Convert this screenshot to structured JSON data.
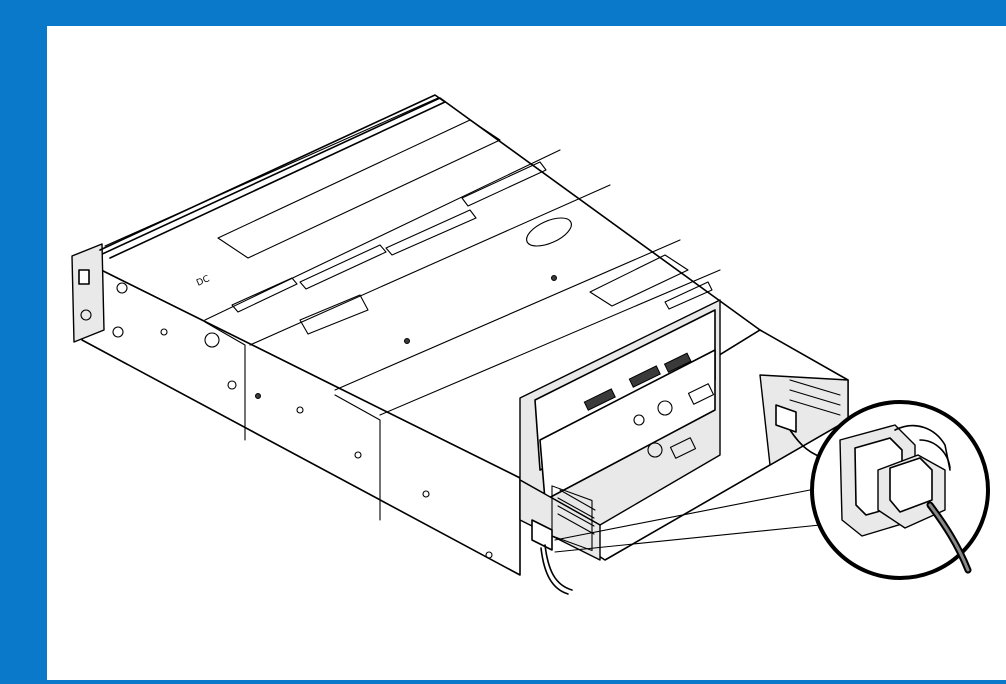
{
  "figure": {
    "frame_color": "#0a79c9",
    "background_color": "#ffffff",
    "subject": "server-chassis-rear",
    "callout": "power-cable-connector-closeup",
    "panel_text": "DC"
  }
}
